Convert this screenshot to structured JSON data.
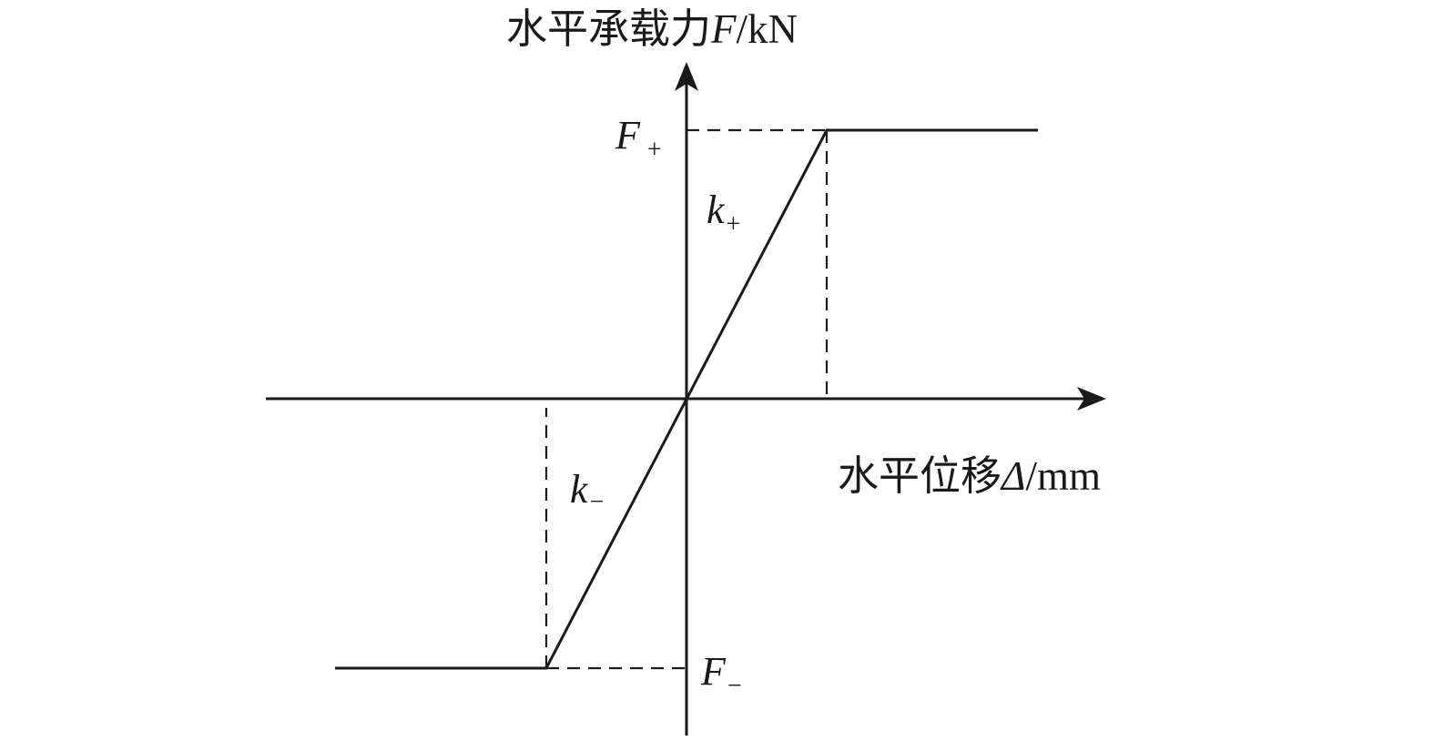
{
  "diagram": {
    "y_axis_label_text": "水平承载力",
    "y_axis_label_symbol": "F",
    "y_axis_label_unit": "/kN",
    "x_axis_label_text": "水平位移",
    "x_axis_label_symbol": "Δ",
    "x_axis_label_unit": "/mm",
    "f_plus_symbol": "F",
    "f_plus_sub": "+",
    "f_minus_symbol": "F",
    "f_minus_sub": "−",
    "k_plus_symbol": "k",
    "k_plus_sub": "+",
    "k_minus_symbol": "k",
    "k_minus_sub": "−"
  },
  "colors": {
    "line": "#1a1a1a",
    "background": "#ffffff"
  }
}
